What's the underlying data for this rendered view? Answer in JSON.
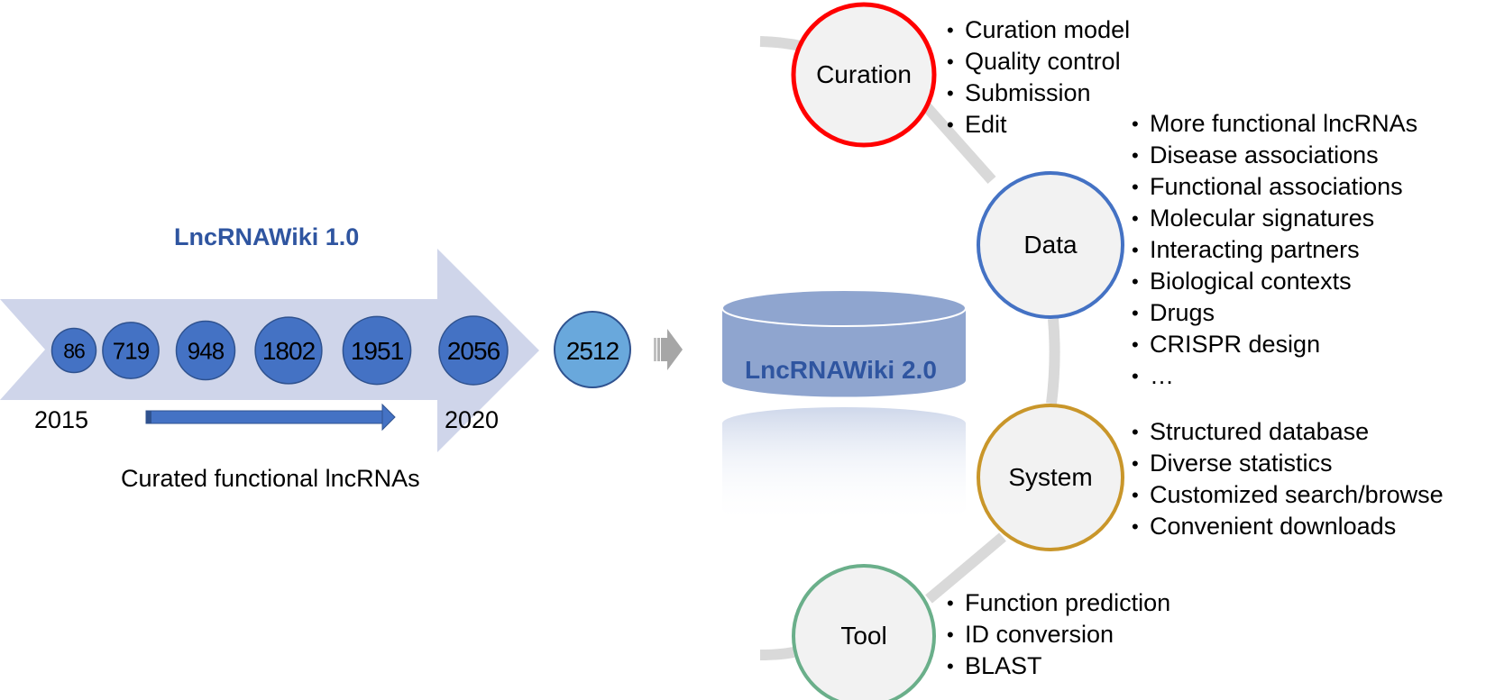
{
  "timeline": {
    "title": "LncRNAWiki 1.0",
    "start_year": "2015",
    "end_year": "2020",
    "caption": "Curated functional lncRNAs",
    "counts": [
      "86",
      "719",
      "948",
      "1802",
      "1951",
      "2056"
    ],
    "next_count": "2512",
    "colors": {
      "band": "#cfd5ea",
      "bubble": "#4472c4",
      "bubble_edge": "#2f528f",
      "next_bubble": "#69a8dc",
      "arrow": "#4472c4"
    }
  },
  "database": {
    "label": "LncRNAWiki 2.0",
    "colors": {
      "fill": "#8fa5cf",
      "text": "#2f55a0"
    }
  },
  "transition_arrow": {
    "icon": "right-arrow-icon",
    "color": "#a6a6a6"
  },
  "features": [
    {
      "name": "Curation",
      "color": "#ff0000",
      "items": [
        "Curation model",
        "Quality control",
        "Submission",
        "Edit"
      ]
    },
    {
      "name": "Data",
      "color": "#4472c4",
      "items": [
        "More functional lncRNAs",
        "Disease associations",
        "Functional associations",
        "Molecular signatures",
        "Interacting partners",
        "Biological contexts",
        "Drugs",
        "CRISPR design",
        "…"
      ]
    },
    {
      "name": "System",
      "color": "#c9962a",
      "items": [
        "Structured database",
        "Diverse statistics",
        "Customized search/browse",
        "Convenient downloads"
      ]
    },
    {
      "name": "Tool",
      "color": "#6aaf8a",
      "items": [
        "Function prediction",
        "ID conversion",
        "BLAST"
      ]
    }
  ]
}
